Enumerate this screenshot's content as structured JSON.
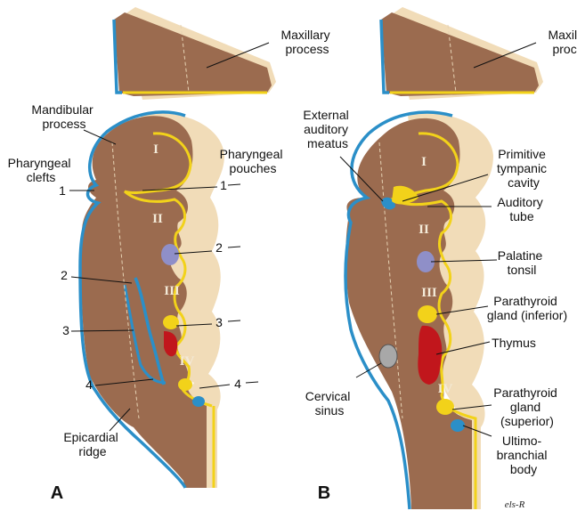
{
  "panels": {
    "a": "A",
    "b": "B"
  },
  "signature": "els-R",
  "colors": {
    "tissue": "#9b6b4f",
    "tissue_side": "#f1dcb8",
    "ectoderm": "#2b8fc8",
    "endoderm": "#f2d21a",
    "tonsil": "#8f8fc8",
    "thymus": "#c1161c",
    "sinus": "#a8a8a8"
  },
  "a": {
    "maxillary": [
      "Maxillary",
      "process"
    ],
    "mandibular": [
      "Mandibular",
      "process"
    ],
    "clefts": [
      "Pharyngeal",
      "clefts"
    ],
    "pouches": [
      "Pharyngeal",
      "pouches"
    ],
    "epicardial": [
      "Epicardial",
      "ridge"
    ],
    "cleft_numbers": [
      "1",
      "2",
      "3",
      "4"
    ],
    "pouch_numbers": [
      "1",
      "2",
      "3",
      "4"
    ],
    "arches": [
      "I",
      "II",
      "III",
      "IV"
    ]
  },
  "b": {
    "external": [
      "External",
      "auditory",
      "meatus"
    ],
    "tympanic": [
      "Primitive",
      "tympanic",
      "cavity"
    ],
    "auditory_tube": [
      "Auditory",
      "tube"
    ],
    "palatine": [
      "Palatine",
      "tonsil"
    ],
    "parathyroid_inf": [
      "Parathyroid",
      "gland (inferior)"
    ],
    "thymus": "Thymus",
    "cervical": [
      "Cervical",
      "sinus"
    ],
    "parathyroid_sup": [
      "Parathyroid",
      "gland",
      "(superior)"
    ],
    "ultimo": [
      "Ultimo-",
      "branchial",
      "body"
    ],
    "arches": [
      "I",
      "II",
      "III",
      "IV"
    ]
  }
}
